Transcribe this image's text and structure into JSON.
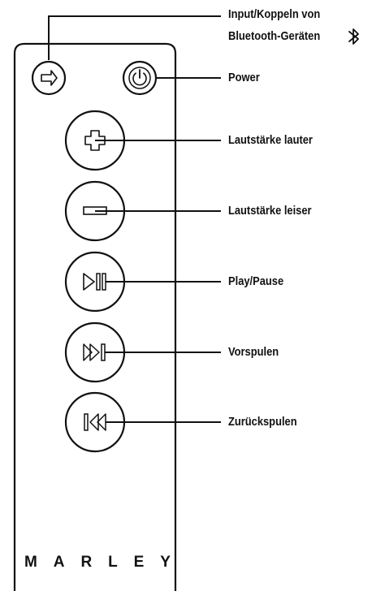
{
  "brand": {
    "name": "MARLEY",
    "letters": [
      "M",
      "A",
      "R",
      "L",
      "E",
      "Y"
    ]
  },
  "colors": {
    "line": "#111111",
    "background": "#ffffff"
  },
  "buttons": [
    {
      "id": "input",
      "icon": "arrow-right-icon",
      "label": "Input/Koppeln von",
      "label_line2": "Bluetooth-Geräten",
      "label_icon": "bluetooth-icon"
    },
    {
      "id": "power",
      "icon": "power-icon",
      "label": "Power"
    },
    {
      "id": "volume-up",
      "icon": "plus-icon",
      "label": "Lautstärke lauter"
    },
    {
      "id": "volume-down",
      "icon": "minus-icon",
      "label": "Lautstärke leiser"
    },
    {
      "id": "play-pause",
      "icon": "play-pause-icon",
      "label": "Play/Pause"
    },
    {
      "id": "forward",
      "icon": "skip-forward-icon",
      "label": "Vorspulen"
    },
    {
      "id": "rewind",
      "icon": "skip-back-icon",
      "label": "Zurückspulen"
    }
  ]
}
